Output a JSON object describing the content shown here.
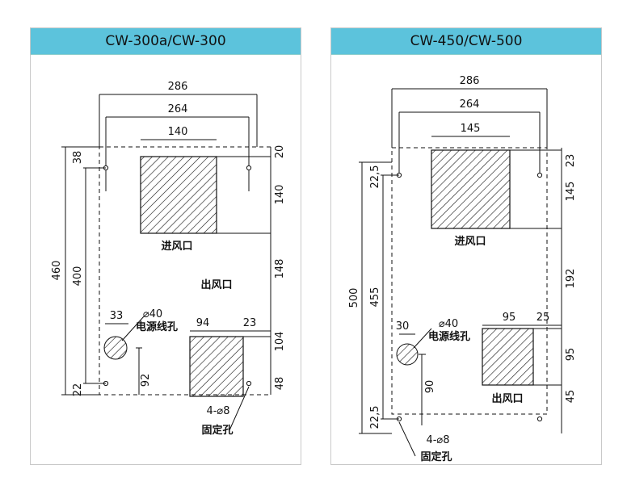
{
  "left": {
    "title": "CW-300a/CW-300",
    "dims": {
      "w286": "286",
      "w264": "264",
      "w140": "140",
      "h460": "460",
      "h400": "400",
      "h38": "38",
      "h22": "22",
      "r20": "20",
      "r140": "140",
      "r148": "148",
      "r104": "104",
      "r48": "48",
      "w33": "33",
      "w94": "94",
      "w23": "23",
      "h92": "92"
    },
    "labels": {
      "inlet": "进风口",
      "outlet": "出风口",
      "cable_hole": "⌀40",
      "cable_hole_note": "电源线孔",
      "mount_holes": "4-⌀8",
      "mount_note": "固定孔"
    }
  },
  "right": {
    "title": "CW-450/CW-500",
    "dims": {
      "w286": "286",
      "w264": "264",
      "w145": "145",
      "h500": "500",
      "h455": "455",
      "h22a": "22,5",
      "h22b": "22,5",
      "r23": "23",
      "r145": "145",
      "r192": "192",
      "r95": "95",
      "r45": "45",
      "w30": "30",
      "w95": "95",
      "w25": "25",
      "h90": "90"
    },
    "labels": {
      "inlet": "进风口",
      "outlet": "出风口",
      "cable_hole": "⌀40",
      "cable_hole_note": "电源线孔",
      "mount_holes": "4-⌀8",
      "mount_note": "固定孔"
    }
  }
}
